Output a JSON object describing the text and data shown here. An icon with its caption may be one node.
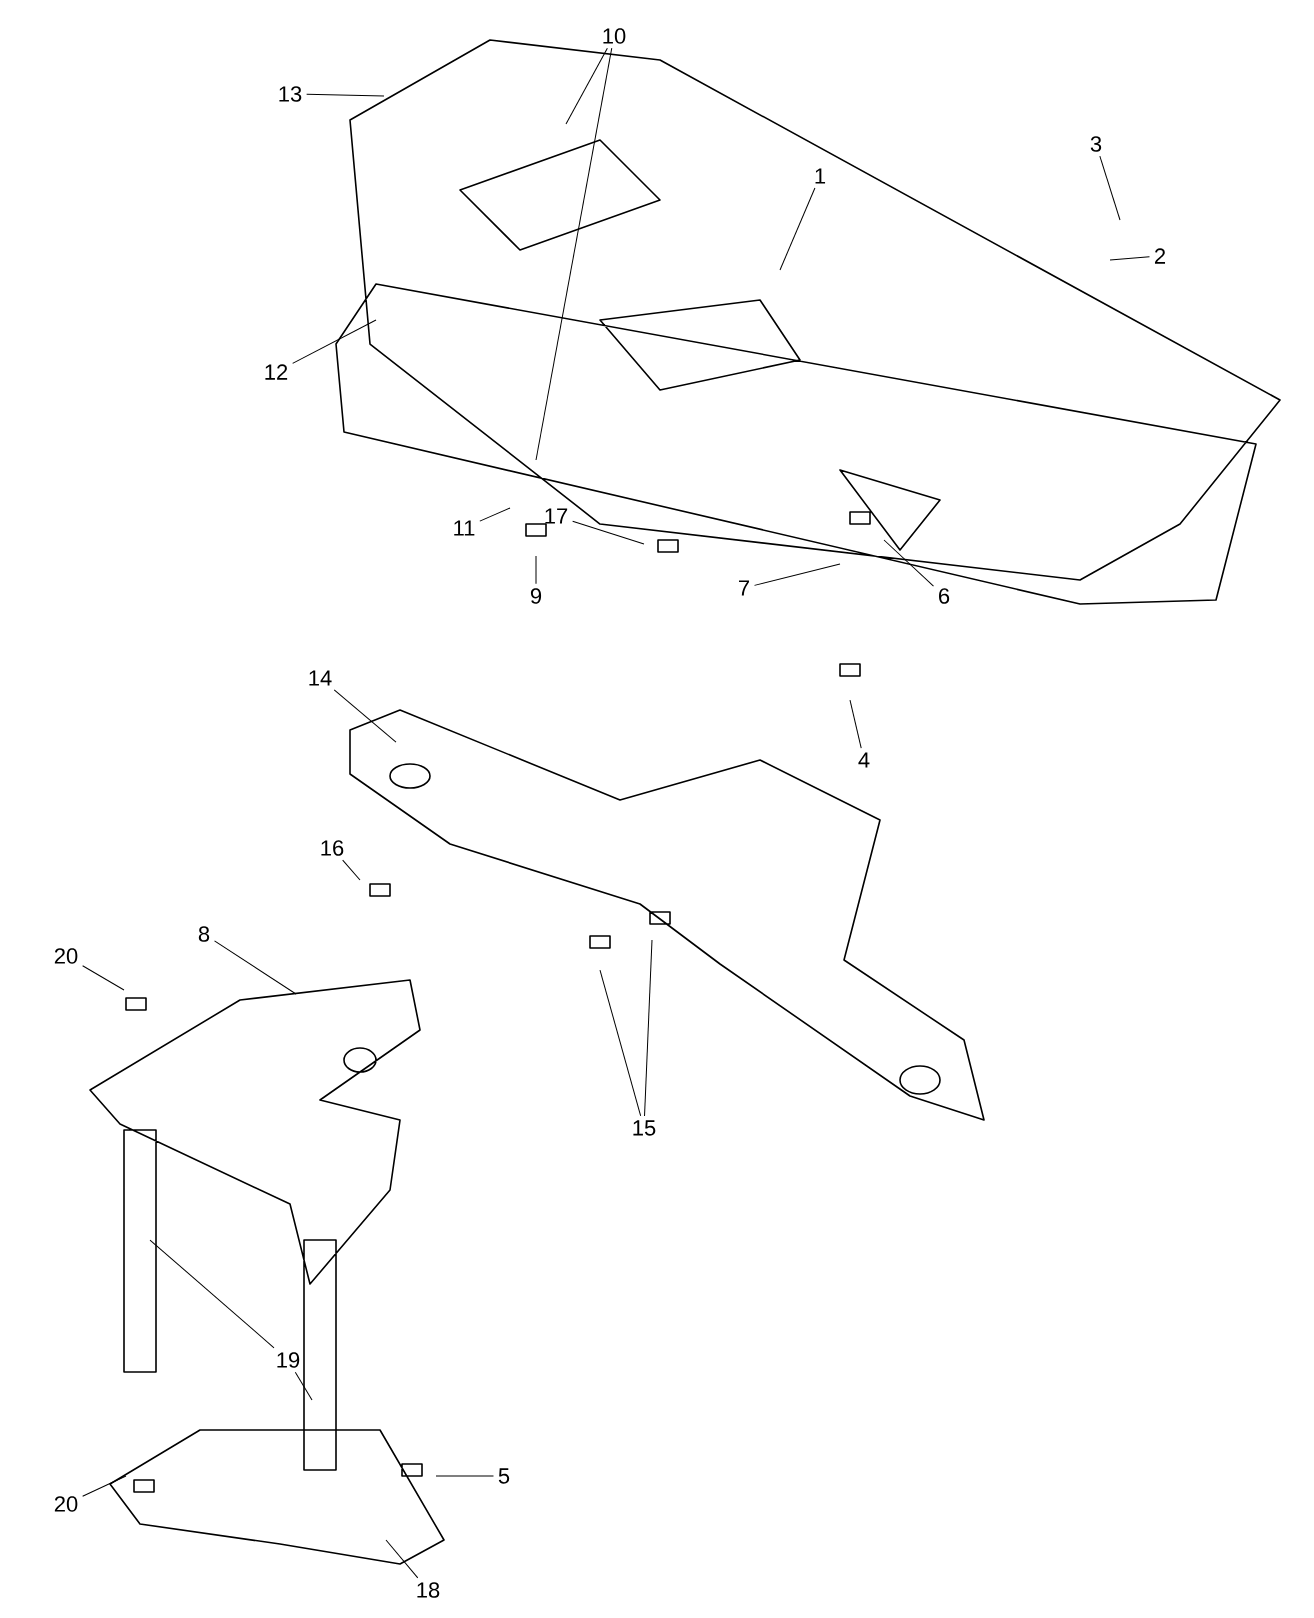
{
  "diagram": {
    "nodes": [
      {
        "text": [
          "10"
        ]
      },
      {
        "text": [
          "13"
        ]
      },
      {
        "text": [
          "3"
        ]
      },
      {
        "text": [
          "1"
        ]
      },
      {
        "text": [
          "2"
        ]
      },
      {
        "text": [
          "12"
        ]
      },
      {
        "text": [
          "17"
        ]
      },
      {
        "text": [
          "11"
        ]
      },
      {
        "text": [
          "6"
        ]
      },
      {
        "text": [
          "7"
        ]
      },
      {
        "text": [
          "9"
        ]
      },
      {
        "text": [
          "14"
        ]
      },
      {
        "text": [
          "4"
        ]
      },
      {
        "text": [
          "16"
        ]
      },
      {
        "text": [
          "8"
        ]
      },
      {
        "text": [
          "20"
        ]
      },
      {
        "text": [
          "15"
        ]
      },
      {
        "text": [
          "19"
        ]
      },
      {
        "text": [
          "5"
        ]
      },
      {
        "text": [
          "20"
        ]
      },
      {
        "text": [
          "18"
        ]
      }
    ],
    "edges": [
      {
        "from": 0,
        "to": null,
        "arrow": "none"
      },
      {
        "from": 0,
        "to": null,
        "arrow": "none"
      },
      {
        "from": 1,
        "to": null,
        "arrow": "none"
      },
      {
        "from": 2,
        "to": null,
        "arrow": "none"
      },
      {
        "from": 3,
        "to": null,
        "arrow": "none"
      },
      {
        "from": 4,
        "to": null,
        "arrow": "none"
      },
      {
        "from": 5,
        "to": null,
        "arrow": "none"
      },
      {
        "from": 6,
        "to": null,
        "arrow": "none"
      },
      {
        "from": 7,
        "to": null,
        "arrow": "none"
      },
      {
        "from": 8,
        "to": null,
        "arrow": "none"
      },
      {
        "from": 9,
        "to": null,
        "arrow": "none"
      },
      {
        "from": 10,
        "to": null,
        "arrow": "none"
      },
      {
        "from": 11,
        "to": null,
        "arrow": "none"
      },
      {
        "from": 12,
        "to": null,
        "arrow": "none"
      },
      {
        "from": 13,
        "to": null,
        "arrow": "none"
      },
      {
        "from": 14,
        "to": null,
        "arrow": "none"
      },
      {
        "from": 15,
        "to": null,
        "arrow": "none"
      },
      {
        "from": 16,
        "to": null,
        "arrow": "none"
      },
      {
        "from": 16,
        "to": null,
        "arrow": "none"
      },
      {
        "from": 17,
        "to": null,
        "arrow": "none"
      },
      {
        "from": 17,
        "to": null,
        "arrow": "none"
      },
      {
        "from": 18,
        "to": null,
        "arrow": "none"
      },
      {
        "from": 19,
        "to": null,
        "arrow": "none"
      },
      {
        "from": 20,
        "to": null,
        "arrow": "none"
      }
    ]
  }
}
